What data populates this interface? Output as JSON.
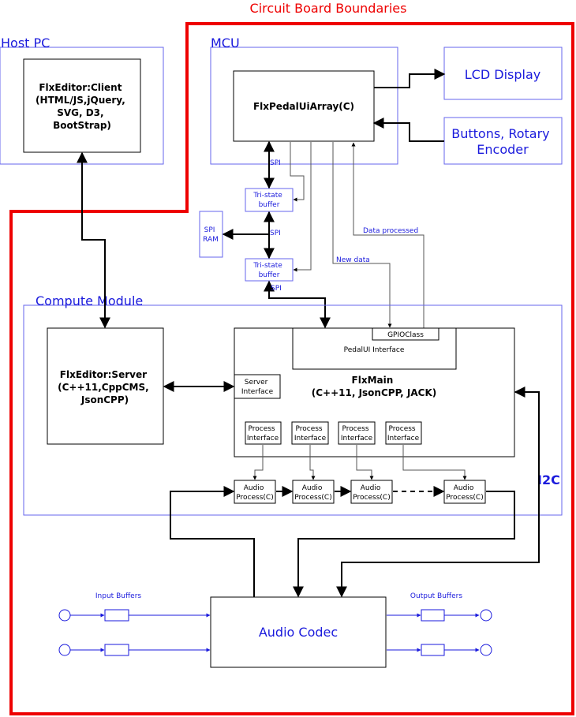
{
  "board_title": "Circuit Board Boundaries",
  "host_pc": {
    "title": "Host PC",
    "client_lines": [
      "FlxEditor:Client",
      "(HTML/JS,jQuery,",
      "SVG, D3,",
      "BootStrap)"
    ]
  },
  "mcu": {
    "title": "MCU",
    "pedal_ui_array": "FlxPedalUiArray(C)"
  },
  "lcd_display": "LCD Display",
  "buttons_lines": [
    "Buttons, Rotary",
    "Encoder"
  ],
  "tristate_buffer": [
    "Tri-state",
    "buffer"
  ],
  "spi_ram": [
    "SPI",
    "RAM"
  ],
  "spi_label": "SPI",
  "data_processed": "Data processed",
  "new_data": "New data",
  "compute_module": {
    "title": "Compute Module",
    "server_lines": [
      "FlxEditor:Server",
      "(C++11,CppCMS,",
      "JsonCPP)"
    ],
    "gpio_class": "GPIOClass",
    "pedalui_interface": "PedalUI Interface",
    "server_interface": [
      "Server",
      "Interface"
    ],
    "flxmain_lines": [
      "FlxMain",
      "(C++11, JsonCPP, JACK)"
    ],
    "process_interface": [
      "Process",
      "Interface"
    ],
    "audio_process": [
      "Audio",
      "Process(C)"
    ]
  },
  "i2c_label": "I2C",
  "input_buffers": "Input Buffers",
  "output_buffers": "Output Buffers",
  "audio_codec": "Audio Codec",
  "colors": {
    "board": "#ee0000",
    "region": "#6666ee",
    "text_blue": "#1a1adc"
  }
}
